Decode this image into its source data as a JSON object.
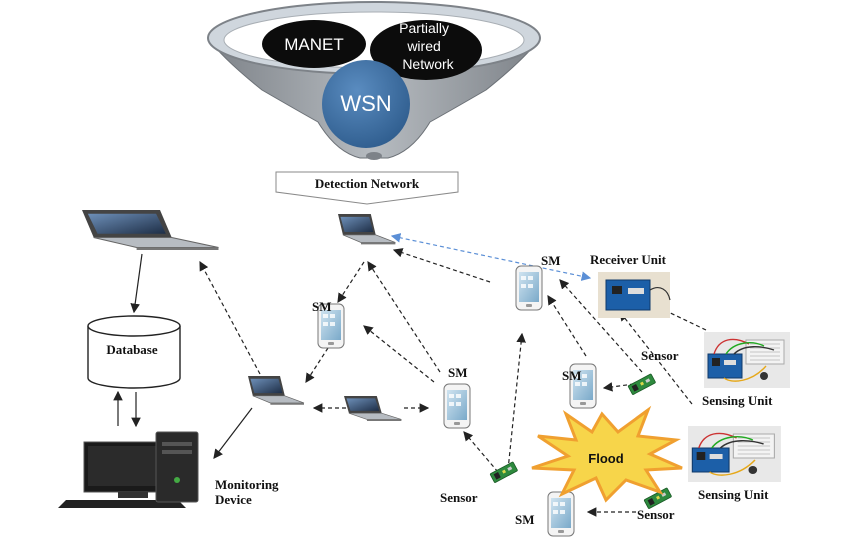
{
  "funnel": {
    "manet": "MANET",
    "partially_wired": [
      "Partially",
      "wired",
      "Network"
    ],
    "wsn": "WSN"
  },
  "detection_network": "Detection Network",
  "labels": {
    "database": "Database",
    "monitoring_device": [
      "Monitoring",
      "Device"
    ],
    "receiver_unit": "Receiver Unit",
    "sensing_unit_1": "Sensing Unit",
    "sensing_unit_2": "Sensing Unit",
    "flood": "Flood",
    "sm_1": "SM",
    "sm_2": "SM",
    "sm_3": "SM",
    "sm_4": "SM",
    "sm_5": "SM",
    "sensor_1": "Sensor",
    "sensor_2": "Sensor",
    "sensor_3": "Sensor"
  },
  "colors": {
    "funnel_grey": "#9a9fa5",
    "wsn_blue": "#3c6ea0",
    "flood_yellow": "#f7d54a",
    "flood_orange": "#f0a030",
    "dashed_blue": "#5b8fd6"
  }
}
